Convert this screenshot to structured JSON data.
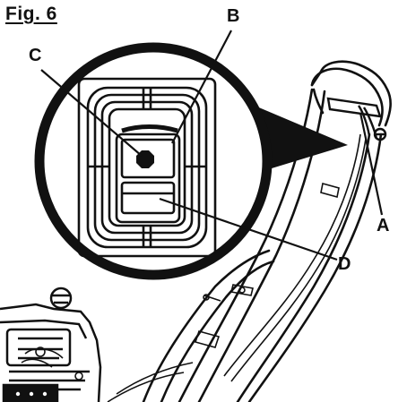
{
  "figure": {
    "title": "Fig. 6"
  },
  "callouts": {
    "a": "A",
    "b": "B",
    "c": "C",
    "d": "D"
  },
  "colors": {
    "line": "#111111",
    "background": "#ffffff"
  }
}
